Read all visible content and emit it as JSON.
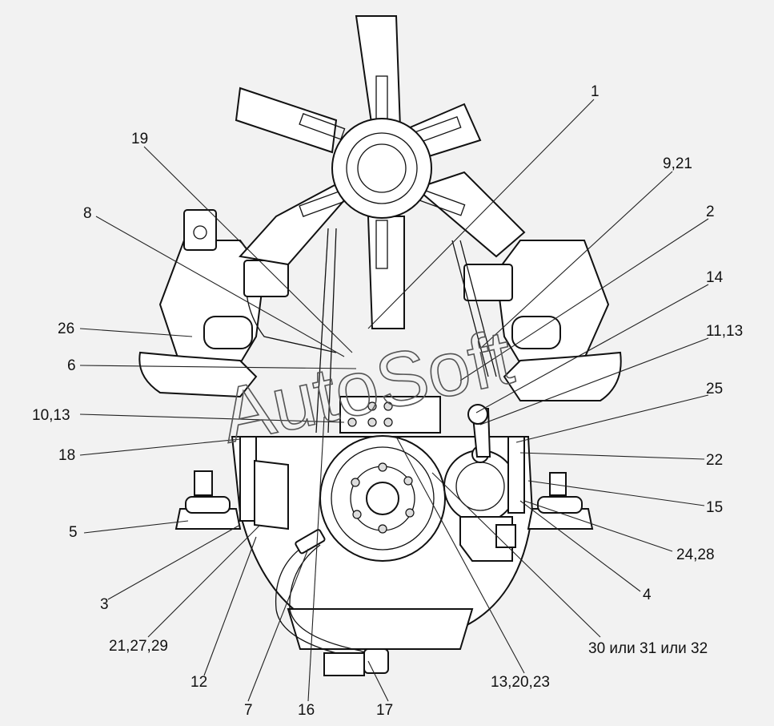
{
  "watermark": "AutoSoft",
  "callouts": [
    {
      "id": "1",
      "text": "1"
    },
    {
      "id": "9-21",
      "text": "9,21"
    },
    {
      "id": "2",
      "text": "2"
    },
    {
      "id": "14",
      "text": "14"
    },
    {
      "id": "11-13",
      "text": "11,13"
    },
    {
      "id": "25",
      "text": "25"
    },
    {
      "id": "22",
      "text": "22"
    },
    {
      "id": "15",
      "text": "15"
    },
    {
      "id": "24-28",
      "text": "24,28"
    },
    {
      "id": "4",
      "text": "4"
    },
    {
      "id": "30-31-32",
      "text": "30 или 31 или 32"
    },
    {
      "id": "13-20-23",
      "text": "13,20,23"
    },
    {
      "id": "17",
      "text": "17"
    },
    {
      "id": "16",
      "text": "16"
    },
    {
      "id": "7",
      "text": "7"
    },
    {
      "id": "12",
      "text": "12"
    },
    {
      "id": "21-27-29",
      "text": "21,27,29"
    },
    {
      "id": "3",
      "text": "3"
    },
    {
      "id": "5",
      "text": "5"
    },
    {
      "id": "18",
      "text": "18"
    },
    {
      "id": "10-13",
      "text": "10,13"
    },
    {
      "id": "6",
      "text": "6"
    },
    {
      "id": "26",
      "text": "26"
    },
    {
      "id": "8",
      "text": "8"
    },
    {
      "id": "19",
      "text": "19"
    }
  ]
}
